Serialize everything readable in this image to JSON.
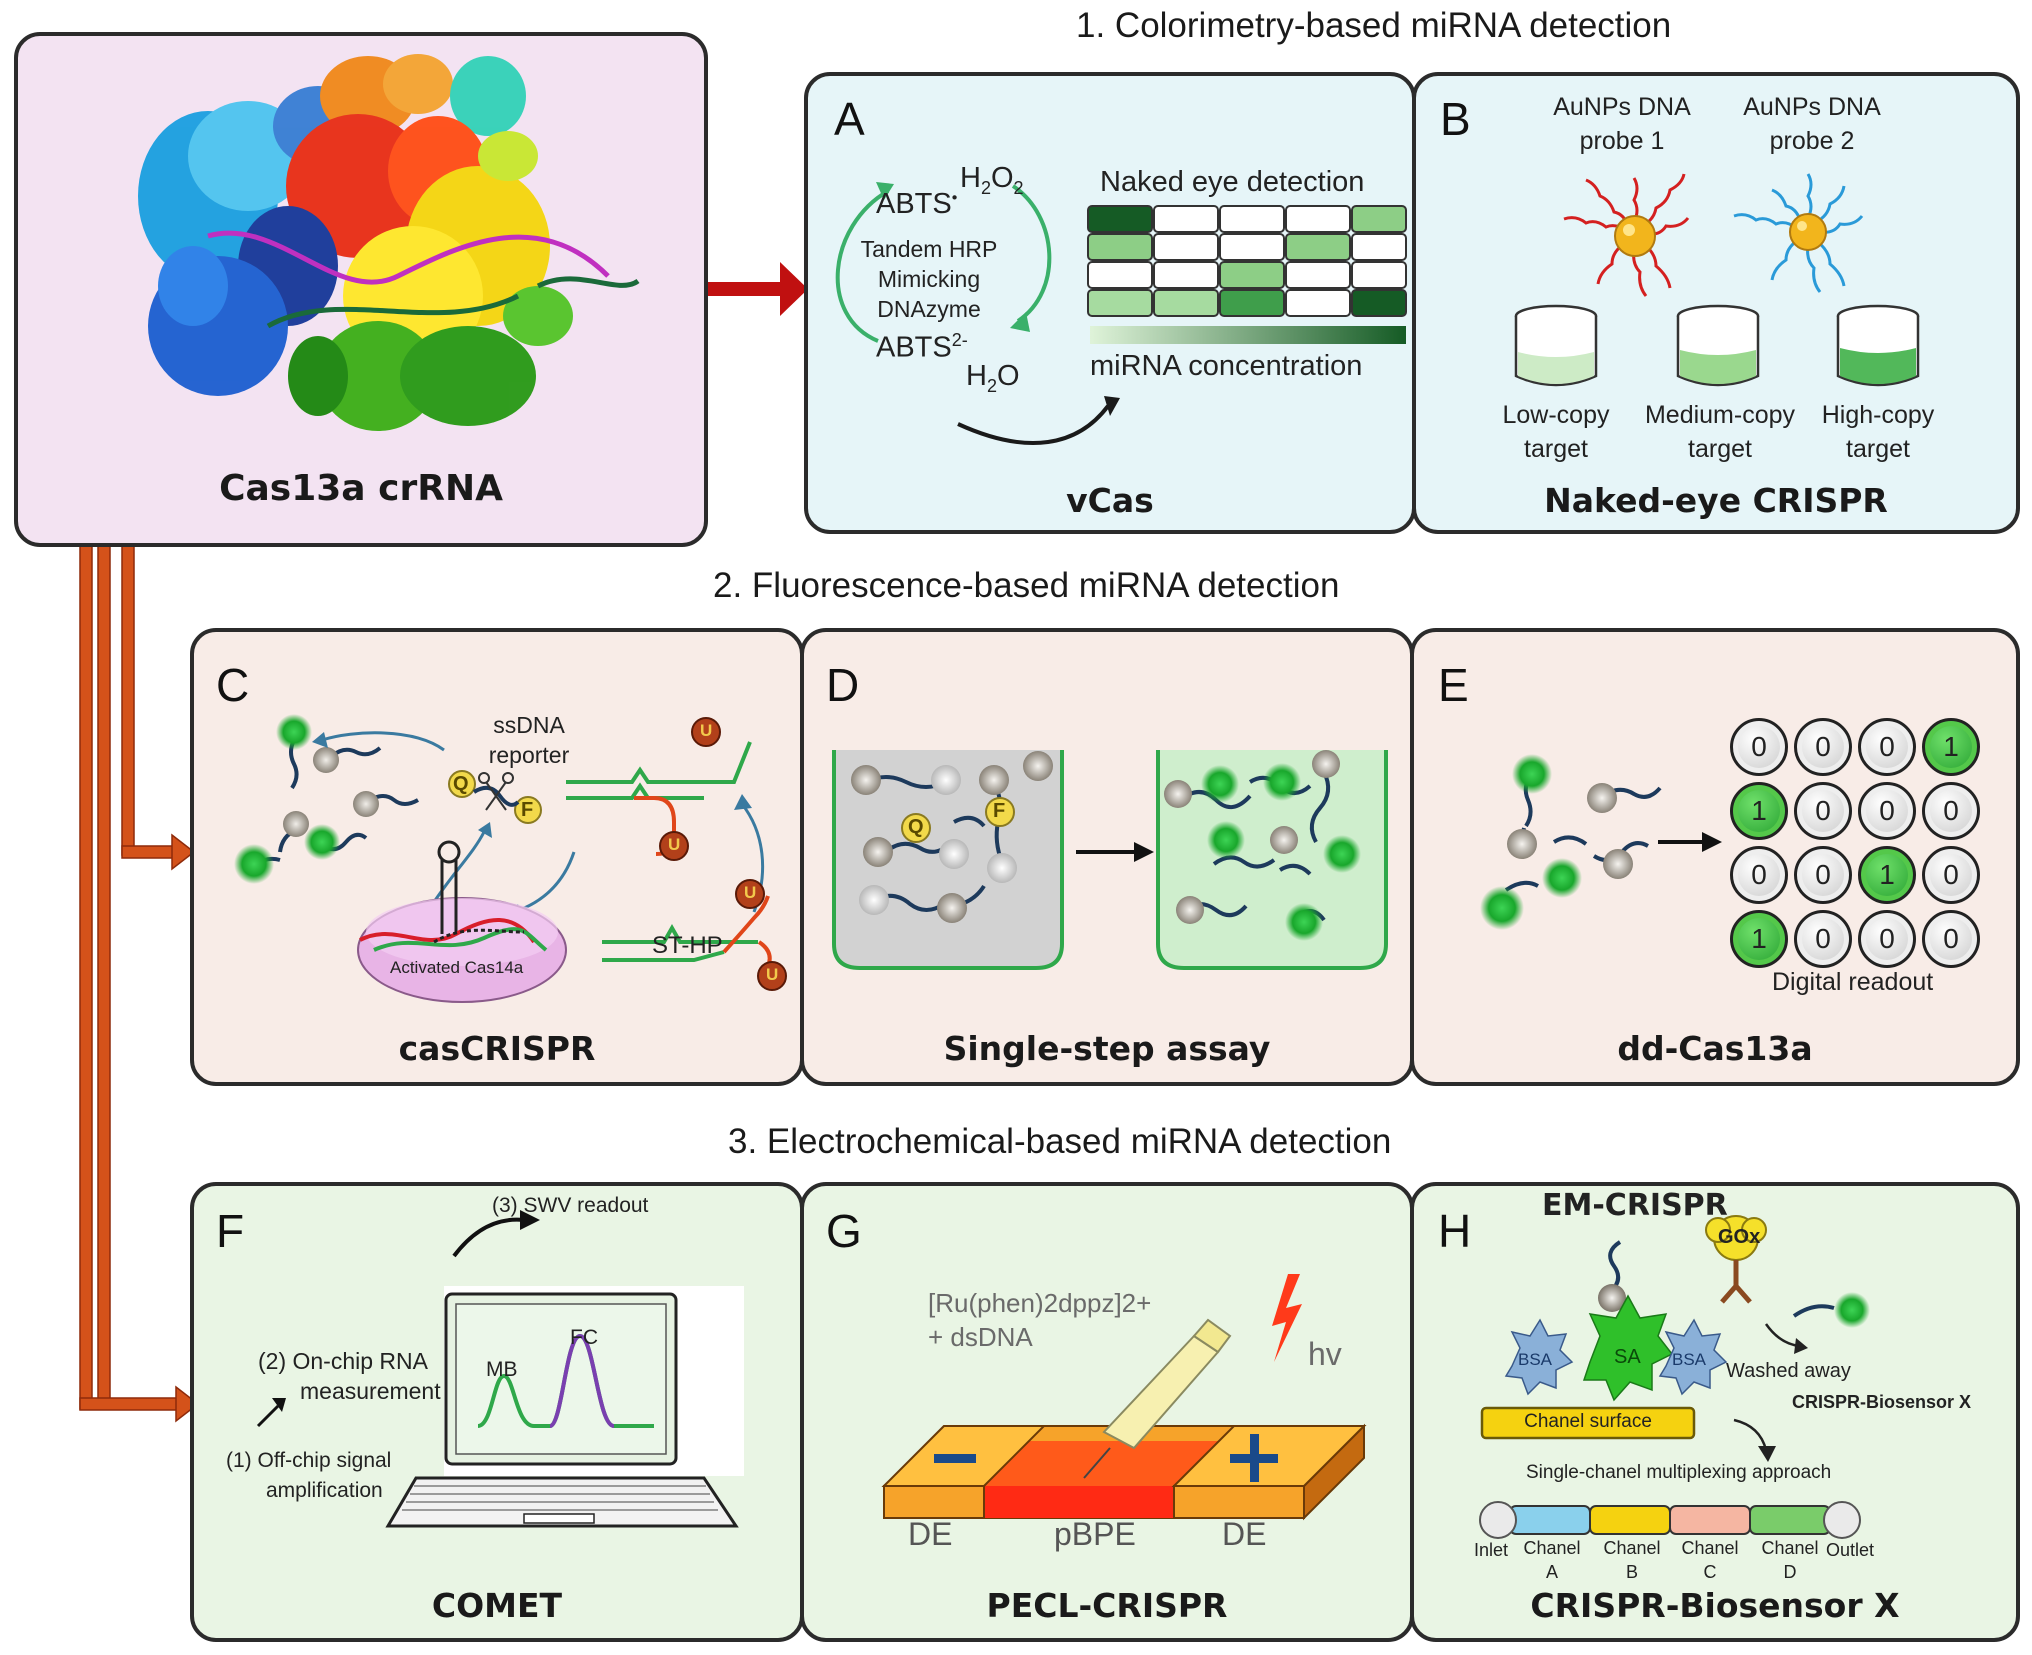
{
  "main_panel": {
    "label": "Cas13a crRNA"
  },
  "sections": {
    "colorimetry": "1. Colorimetry-based miRNA detection",
    "fluorescence": "2. Fluorescence-based miRNA detection",
    "electrochemical": "3. Electrochemical-based miRNA detection"
  },
  "panels": {
    "A": {
      "letter": "A",
      "footer": "vCas",
      "abts_top": "ABTS",
      "h2o2": "H",
      "h2o2_sub": "2",
      "h2o2_o": "O",
      "h2o2_sub2": "2",
      "hrp_line1": "Tandem HRP",
      "hrp_line2": "Mimicking",
      "hrp_line3": "DNAzyme",
      "abts_bottom": "ABTS",
      "abts_sup": "2-",
      "h2o": "H",
      "h2o_sub": "2",
      "h2o_o": "O",
      "naked_eye": "Naked eye detection",
      "mirna_conc": "miRNA concentration"
    },
    "B": {
      "letter": "B",
      "footer": "Naked-eye CRISPR",
      "probe1_l1": "AuNPs DNA",
      "probe1_l2": "probe 1",
      "probe2_l1": "AuNPs DNA",
      "probe2_l2": "probe 2",
      "low_l1": "Low-copy",
      "low_l2": "target",
      "med_l1": "Medium-copy",
      "med_l2": "target",
      "high_l1": "High-copy",
      "high_l2": "target"
    },
    "C": {
      "letter": "C",
      "footer": "casCRISPR",
      "ssdna_l1": "ssDNA",
      "ssdna_l2": "reporter",
      "q": "Q",
      "f": "F",
      "u": "U",
      "activated": "Activated Cas14a",
      "sthp": "ST-HP"
    },
    "D": {
      "letter": "D",
      "footer": "Single-step assay",
      "q": "Q",
      "f": "F"
    },
    "E": {
      "letter": "E",
      "footer": "dd-Cas13a",
      "digital": "Digital readout",
      "grid": [
        [
          "0",
          "0",
          "0",
          "1"
        ],
        [
          "1",
          "0",
          "0",
          "0"
        ],
        [
          "0",
          "0",
          "1",
          "0"
        ],
        [
          "1",
          "0",
          "0",
          "0"
        ]
      ]
    },
    "F": {
      "letter": "F",
      "footer": "COMET",
      "step3": "(3) SWV readout",
      "step2_l1": "(2) On-chip RNA",
      "step2_l2": "measurement",
      "step1_l1": "(1) Off-chip signal",
      "step1_l2": "amplification",
      "mb": "MB",
      "fc": "FC"
    },
    "G": {
      "letter": "G",
      "footer": "PECL-CRISPR",
      "ru_l1": "[Ru(phen)2dppz]2+",
      "ru_l2": "+ dsDNA",
      "hv": "hv",
      "de_left": "DE",
      "pbpe": "pBPE",
      "de_right": "DE"
    },
    "H": {
      "letter": "H",
      "title": "EM-CRISPR",
      "footer": "CRISPR-Biosensor X",
      "gox": "GOx",
      "bsa": "BSA",
      "sa": "SA",
      "washed": "Washed away",
      "crispr_x": "CRISPR-Biosensor X",
      "channel_surface": "Chanel surface",
      "multiplex": "Single-chanel multiplexing approach",
      "inlet": "Inlet",
      "outlet": "Outlet",
      "ch_a_l1": "Chanel",
      "ch_a_l2": "A",
      "ch_b_l1": "Chanel",
      "ch_b_l2": "B",
      "ch_c_l1": "Chanel",
      "ch_c_l2": "C",
      "ch_d_l1": "Chanel",
      "ch_d_l2": "D"
    }
  },
  "colors": {
    "connector_red": "#c01010",
    "connector_orange": "#d4521a",
    "green": "#2fa84a",
    "gold": "#f2b51c",
    "maroon": "#8c2a10"
  }
}
